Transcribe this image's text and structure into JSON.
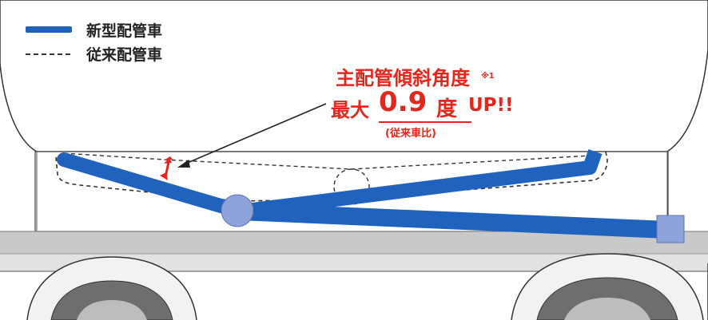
{
  "legend": {
    "new_label": "新型配管車",
    "old_label": "従来配管車"
  },
  "callout": {
    "title": "主配管傾斜角度",
    "note": "※1",
    "max_label": "最大",
    "value": "0.9",
    "unit": "度",
    "up": "UP!!",
    "comparison": "(従来車比)"
  },
  "colors": {
    "new_pipe": "#1f63be",
    "joint": "#8da3d9",
    "accent": "#e5261c",
    "tank_outline": "#333333",
    "chassis": "#c9c9c9"
  },
  "icons": {
    "angle_marker": "double-arrow-icon",
    "pointer": "arrow-icon"
  }
}
